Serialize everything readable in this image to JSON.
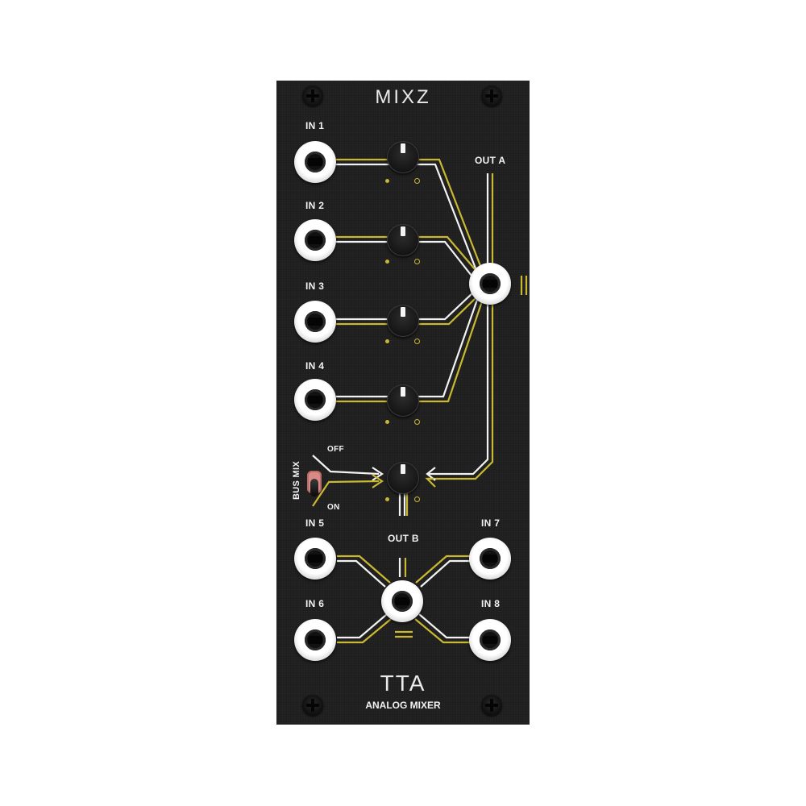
{
  "module": {
    "title": "MIXZ",
    "brand": "TTA",
    "subtitle": "ANALOG MIXER",
    "panel_color": "#1e1e1e",
    "trace_colors": {
      "white": "#f2f2f2",
      "gold": "#c9b832"
    }
  },
  "inputs": [
    {
      "label": "IN 1"
    },
    {
      "label": "IN 2"
    },
    {
      "label": "IN 3"
    },
    {
      "label": "IN 4"
    },
    {
      "label": "IN 5"
    },
    {
      "label": "IN 6"
    },
    {
      "label": "IN 7"
    },
    {
      "label": "IN 8"
    }
  ],
  "outputs": [
    {
      "label": "OUT A"
    },
    {
      "label": "OUT B"
    }
  ],
  "knobs": [
    {
      "name": "level-1"
    },
    {
      "name": "level-2"
    },
    {
      "name": "level-3"
    },
    {
      "name": "level-4"
    },
    {
      "name": "bus-mix-level"
    }
  ],
  "switch": {
    "label": "BUS MIX",
    "off_label": "OFF",
    "on_label": "ON",
    "state": "ON"
  }
}
